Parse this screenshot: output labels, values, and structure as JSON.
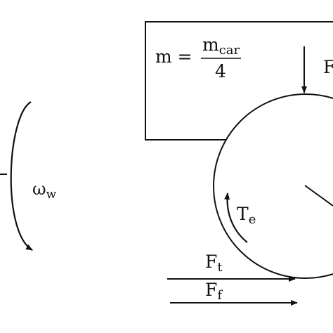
{
  "colors": {
    "ink": "#111111",
    "background": "#ffffff"
  },
  "mass_box": {
    "lhs": "m =",
    "numerator_base": "m",
    "numerator_sub": "car",
    "denominator": "4"
  },
  "force_top": {
    "label": "F"
  },
  "angular_velocity": {
    "base": "ω",
    "sub": "w"
  },
  "torque": {
    "base": "T",
    "sub": "e"
  },
  "traction_force": {
    "base": "F",
    "sub": "t"
  },
  "friction_force": {
    "base": "F",
    "sub": "f"
  }
}
